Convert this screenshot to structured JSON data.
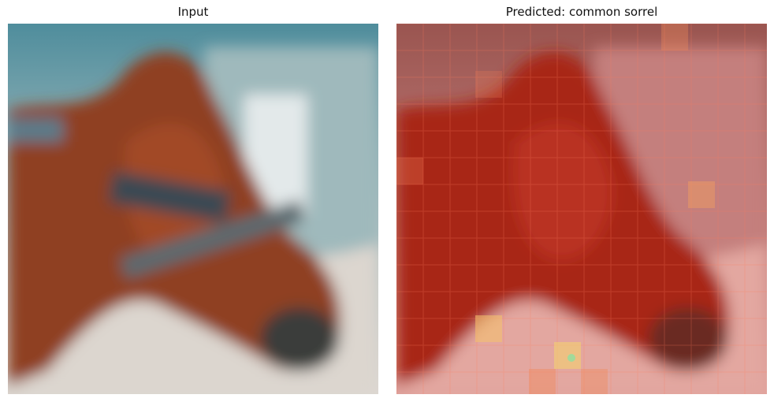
{
  "panels": {
    "left": {
      "title": "Input"
    },
    "right": {
      "title": "Predicted: common sorrel"
    }
  },
  "images": {
    "left": {
      "subject": "blurred horse head with bridle",
      "heatmap_overlay": false
    },
    "right": {
      "subject": "same horse image with red saliency heatmap overlay",
      "heatmap_overlay": true
    }
  },
  "colors": {
    "horse": "#8a3a1e",
    "sky": "#5e8f9c",
    "ground": "#d8d4cf",
    "heatmap_tint": "#e35a4a",
    "hotspot": "#f3d36a"
  }
}
